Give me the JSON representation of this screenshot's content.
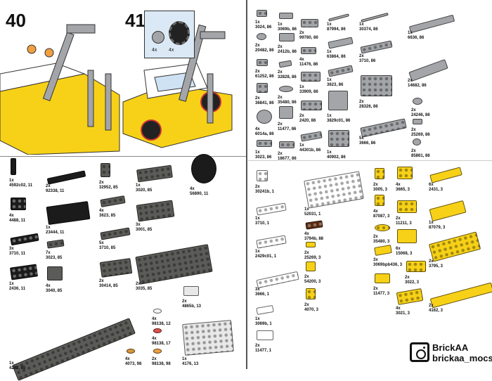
{
  "steps": [
    {
      "number": "40"
    },
    {
      "number": "41"
    }
  ],
  "callout": {
    "items": [
      "4x",
      "4x"
    ]
  },
  "colors": {
    "black": "#1b1b1b",
    "dark_gray": "#5b5c58",
    "light_gray": "#a3a5a8",
    "white": "#ffffff",
    "yellow": "#f7d117",
    "trans_clear": "#e8e8e8",
    "trans_red": "#e0504a",
    "trans_orange": "#f0a040",
    "pearl_gold": "#d9963a",
    "brown": "#5a2a10",
    "light_blue": "#dbe9f6"
  },
  "parts": [
    {
      "qty": "1x",
      "code": "4592c02, 11",
      "color": "#1b1b1b"
    },
    {
      "qty": "2x",
      "code": "92338, 11",
      "color": "#1b1b1b"
    },
    {
      "qty": "2x",
      "code": "32952, 85",
      "color": "#5b5c58"
    },
    {
      "qty": "1x",
      "code": "3020, 85",
      "color": "#5b5c58"
    },
    {
      "qty": "4x",
      "code": "56890, 11",
      "color": "#1b1b1b"
    },
    {
      "qty": "4x",
      "code": "4488, 11",
      "color": "#1b1b1b"
    },
    {
      "qty": "1x",
      "code": "23444, 11",
      "color": "#1b1b1b"
    },
    {
      "qty": "4x",
      "code": "3623, 85",
      "color": "#5b5c58"
    },
    {
      "qty": "3x",
      "code": "3001, 85",
      "color": "#5b5c58"
    },
    {
      "qty": "3x",
      "code": "3710, 11",
      "color": "#1b1b1b"
    },
    {
      "qty": "7x",
      "code": "3023, 85",
      "color": "#5b5c58"
    },
    {
      "qty": "5x",
      "code": "3710, 85",
      "color": "#5b5c58"
    },
    {
      "qty": "1x",
      "code": "2436, 11",
      "color": "#1b1b1b"
    },
    {
      "qty": "4x",
      "code": "3040, 85",
      "color": "#5b5c58"
    },
    {
      "qty": "2x",
      "code": "30414, 85",
      "color": "#5b5c58"
    },
    {
      "qty": "2x",
      "code": "3035, 85",
      "color": "#5b5c58"
    },
    {
      "qty": "2x",
      "code": "4865b, 13",
      "color": "#e8e8e8"
    },
    {
      "qty": "1x",
      "code": "4282, 85",
      "color": "#5b5c58"
    },
    {
      "qty": "4x",
      "code": "98138, 12",
      "color": "#f4f4f4"
    },
    {
      "qty": "4x",
      "code": "98138, 17",
      "color": "#e0504a"
    },
    {
      "qty": "4x",
      "code": "4073, 98",
      "color": "#d9963a"
    },
    {
      "qty": "2x",
      "code": "98138, 98",
      "color": "#f0a040"
    },
    {
      "qty": "1x",
      "code": "4176, 13",
      "color": "#e8e8e8"
    },
    {
      "qty": "1x",
      "code": "3024, 86",
      "color": "#a3a5a8"
    },
    {
      "qty": "1x",
      "code": "3069b, 86",
      "color": "#a3a5a8"
    },
    {
      "qty": "2x",
      "code": "99780, 86",
      "color": "#a3a5a8"
    },
    {
      "qty": "1x",
      "code": "87994, 86",
      "color": "#a3a5a8"
    },
    {
      "qty": "1x",
      "code": "30374, 86",
      "color": "#a3a5a8"
    },
    {
      "qty": "1x",
      "code": "6636, 86",
      "color": "#a3a5a8"
    },
    {
      "qty": "2x",
      "code": "20482, 86",
      "color": "#a3a5a8"
    },
    {
      "qty": "2x",
      "code": "2412b, 86",
      "color": "#a3a5a8"
    },
    {
      "qty": "4x",
      "code": "11476, 86",
      "color": "#a3a5a8"
    },
    {
      "qty": "1x",
      "code": "63864, 86",
      "color": "#a3a5a8"
    },
    {
      "qty": "2x",
      "code": "3710, 86",
      "color": "#a3a5a8"
    },
    {
      "qty": "2x",
      "code": "61252, 86",
      "color": "#a3a5a8"
    },
    {
      "qty": "2x",
      "code": "32828, 86",
      "color": "#a3a5a8"
    },
    {
      "qty": "1x",
      "code": "3623, 86",
      "color": "#a3a5a8"
    },
    {
      "qty": "2x",
      "code": "14682, 86",
      "color": "#a3a5a8"
    },
    {
      "qty": "1x",
      "code": "33909, 86",
      "color": "#a3a5a8"
    },
    {
      "qty": "2x",
      "code": "36841, 86",
      "color": "#a3a5a8"
    },
    {
      "qty": "2x",
      "code": "35480, 86",
      "color": "#a3a5a8"
    },
    {
      "qty": "2x",
      "code": "28326, 86",
      "color": "#a3a5a8"
    },
    {
      "qty": "2x",
      "code": "2420, 86",
      "color": "#a3a5a8"
    },
    {
      "qty": "1x",
      "code": "3829c01, 86",
      "color": "#a3a5a8"
    },
    {
      "qty": "2x",
      "code": "24246, 86",
      "color": "#a3a5a8"
    },
    {
      "qty": "2x",
      "code": "11477, 86",
      "color": "#a3a5a8"
    },
    {
      "qty": "4x",
      "code": "6014a, 86",
      "color": "#a3a5a8"
    },
    {
      "qty": "2x",
      "code": "25269, 86",
      "color": "#a3a5a8"
    },
    {
      "qty": "5x",
      "code": "3666, 86",
      "color": "#a3a5a8"
    },
    {
      "qty": "1x",
      "code": "3023, 86",
      "color": "#a3a5a8"
    },
    {
      "qty": "2x",
      "code": "18677, 86",
      "color": "#a3a5a8"
    },
    {
      "qty": "1x",
      "code": "44301b, 86",
      "color": "#a3a5a8"
    },
    {
      "qty": "1x",
      "code": "40902, 86",
      "color": "#a3a5a8"
    },
    {
      "qty": "2x",
      "code": "85861, 86",
      "color": "#a3a5a8"
    },
    {
      "qty": "2x",
      "code": "30241b, 1",
      "color": "#ffffff"
    },
    {
      "qty": "1x",
      "code": "52031, 1",
      "color": "#ffffff"
    },
    {
      "qty": "1x",
      "code": "3710, 1",
      "color": "#ffffff"
    },
    {
      "qty": "4x",
      "code": "3794b, 88",
      "color": "#5a2a10"
    },
    {
      "qty": "1x",
      "code": "2429c01, 1",
      "color": "#ffffff"
    },
    {
      "qty": "2x",
      "code": "25269, 3",
      "color": "#f7d117"
    },
    {
      "qty": "3x",
      "code": "3666, 1",
      "color": "#ffffff"
    },
    {
      "qty": "2x",
      "code": "54200, 3",
      "color": "#f7d117"
    },
    {
      "qty": "2x",
      "code": "4070, 3",
      "color": "#f7d117"
    },
    {
      "qty": "1x",
      "code": "3069b, 1",
      "color": "#ffffff"
    },
    {
      "qty": "2x",
      "code": "11477, 1",
      "color": "#ffffff"
    },
    {
      "qty": "2x",
      "code": "3005, 3",
      "color": "#f7d117"
    },
    {
      "qty": "4x",
      "code": "3665, 3",
      "color": "#f7d117"
    },
    {
      "qty": "6x",
      "code": "2431, 3",
      "color": "#f7d117"
    },
    {
      "qty": "4x",
      "code": "87087, 3",
      "color": "#f7d117"
    },
    {
      "qty": "2x",
      "code": "11211, 3",
      "color": "#f7d117"
    },
    {
      "qty": "1x",
      "code": "87079, 3",
      "color": "#f7d117"
    },
    {
      "qty": "2x",
      "code": "35480, 3",
      "color": "#f7d117"
    },
    {
      "qty": "6x",
      "code": "15068, 3",
      "color": "#f7d117"
    },
    {
      "qty": "3x",
      "code": "3069bpb436, 3",
      "color": "#f7d117"
    },
    {
      "qty": "2x",
      "code": "3795, 3",
      "color": "#f7d117"
    },
    {
      "qty": "2x",
      "code": "3022, 3",
      "color": "#f7d117"
    },
    {
      "qty": "2x",
      "code": "11477, 3",
      "color": "#f7d117"
    },
    {
      "qty": "4x",
      "code": "3021, 3",
      "color": "#f7d117"
    },
    {
      "qty": "2x",
      "code": "4162, 3",
      "color": "#f7d117"
    }
  ],
  "brand": {
    "name": "BrickAA",
    "handle": "brickaa_mocs",
    "icon": "instagram-icon"
  }
}
